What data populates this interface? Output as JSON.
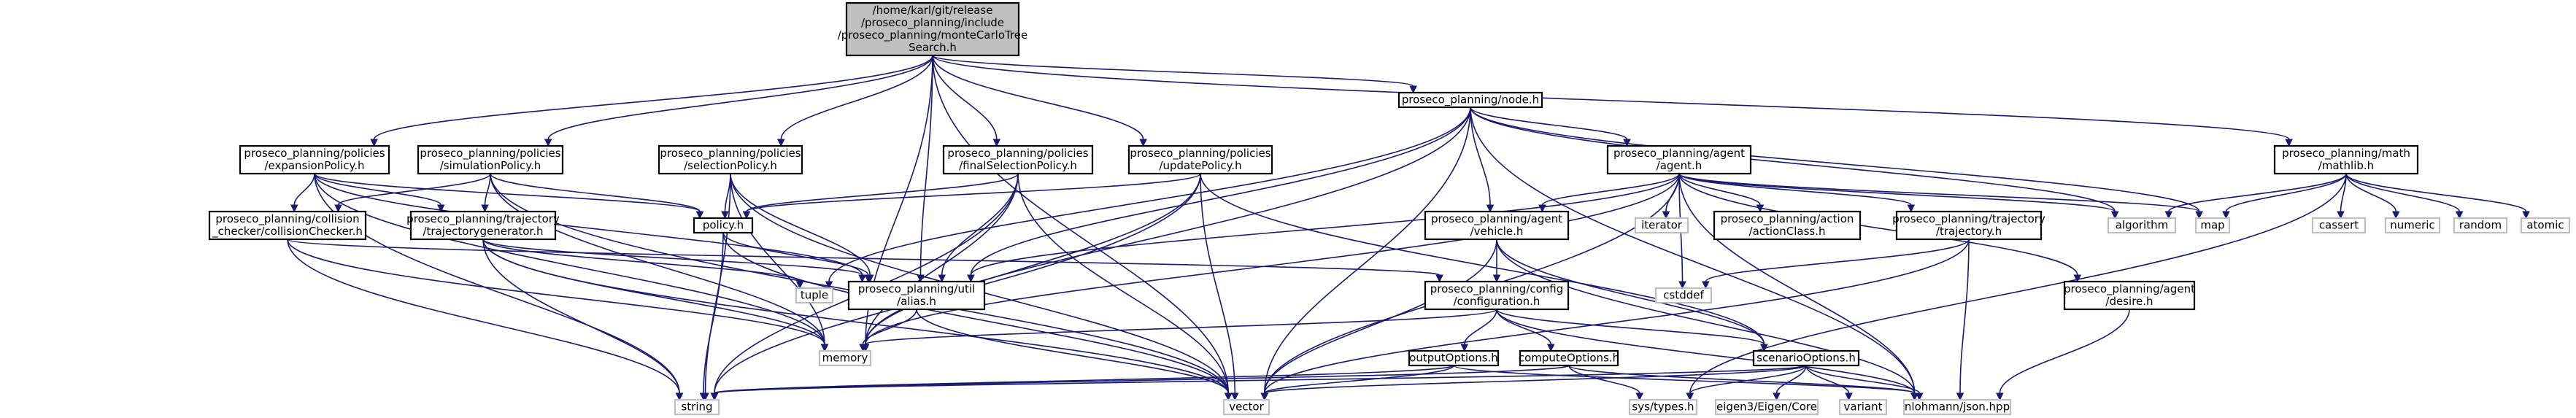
{
  "graph": {
    "colors": {
      "edge": "#191970",
      "root_fill": "#bfbfbf",
      "node_border": "#000000",
      "system_node_border": "#bfbfbf",
      "background": "#ffffff"
    },
    "nodes": [
      {
        "id": "root",
        "kind": "root",
        "lines": [
          "/home/karl/git/release",
          "/proseco_planning/include",
          "/proseco_planning/monteCarloTree",
          "Search.h"
        ]
      },
      {
        "id": "node",
        "kind": "local",
        "lines": [
          "proseco_planning/node.h"
        ]
      },
      {
        "id": "expansionPolicy",
        "kind": "local",
        "lines": [
          "proseco_planning/policies",
          "/expansionPolicy.h"
        ]
      },
      {
        "id": "simulationPolicy",
        "kind": "local",
        "lines": [
          "proseco_planning/policies",
          "/simulationPolicy.h"
        ]
      },
      {
        "id": "selectionPolicy",
        "kind": "local",
        "lines": [
          "proseco_planning/policies",
          "/selectionPolicy.h"
        ]
      },
      {
        "id": "finalSelectionPolicy",
        "kind": "local",
        "lines": [
          "proseco_planning/policies",
          "/finalSelectionPolicy.h"
        ]
      },
      {
        "id": "updatePolicy",
        "kind": "local",
        "lines": [
          "proseco_planning/policies",
          "/updatePolicy.h"
        ]
      },
      {
        "id": "agent",
        "kind": "local",
        "lines": [
          "proseco_planning/agent",
          "/agent.h"
        ]
      },
      {
        "id": "mathlib",
        "kind": "local",
        "lines": [
          "proseco_planning/math",
          "/mathlib.h"
        ]
      },
      {
        "id": "collisionChecker",
        "kind": "local",
        "lines": [
          "proseco_planning/collision",
          "_checker/collisionChecker.h"
        ]
      },
      {
        "id": "trajectorygenerator",
        "kind": "local",
        "lines": [
          "proseco_planning/trajectory",
          "/trajectorygenerator.h"
        ]
      },
      {
        "id": "policy",
        "kind": "local",
        "lines": [
          "policy.h"
        ]
      },
      {
        "id": "vehicle",
        "kind": "local",
        "lines": [
          "proseco_planning/agent",
          "/vehicle.h"
        ]
      },
      {
        "id": "iterator",
        "kind": "sys",
        "lines": [
          "iterator"
        ]
      },
      {
        "id": "actionClass",
        "kind": "local",
        "lines": [
          "proseco_planning/action",
          "/actionClass.h"
        ]
      },
      {
        "id": "trajectory",
        "kind": "local",
        "lines": [
          "proseco_planning/trajectory",
          "/trajectory.h"
        ]
      },
      {
        "id": "algorithm",
        "kind": "sys",
        "lines": [
          "algorithm"
        ]
      },
      {
        "id": "map",
        "kind": "sys",
        "lines": [
          "map"
        ]
      },
      {
        "id": "cassert",
        "kind": "sys",
        "lines": [
          "cassert"
        ]
      },
      {
        "id": "numeric",
        "kind": "sys",
        "lines": [
          "numeric"
        ]
      },
      {
        "id": "random",
        "kind": "sys",
        "lines": [
          "random"
        ]
      },
      {
        "id": "atomic",
        "kind": "sys",
        "lines": [
          "atomic"
        ]
      },
      {
        "id": "tuple",
        "kind": "sys",
        "lines": [
          "tuple"
        ]
      },
      {
        "id": "alias",
        "kind": "local",
        "lines": [
          "proseco_planning/util",
          "/alias.h"
        ]
      },
      {
        "id": "configuration",
        "kind": "local",
        "lines": [
          "proseco_planning/config",
          "/configuration.h"
        ]
      },
      {
        "id": "cstddef",
        "kind": "sys",
        "lines": [
          "cstddef"
        ]
      },
      {
        "id": "desire",
        "kind": "local",
        "lines": [
          "proseco_planning/agent",
          "/desire.h"
        ]
      },
      {
        "id": "memory",
        "kind": "sys",
        "lines": [
          "memory"
        ]
      },
      {
        "id": "outputOptions",
        "kind": "local",
        "lines": [
          "outputOptions.h"
        ]
      },
      {
        "id": "computeOptions",
        "kind": "local",
        "lines": [
          "computeOptions.h"
        ]
      },
      {
        "id": "scenarioOptions",
        "kind": "local",
        "lines": [
          "scenarioOptions.h"
        ]
      },
      {
        "id": "string",
        "kind": "sys",
        "lines": [
          "string"
        ]
      },
      {
        "id": "vector",
        "kind": "sys",
        "lines": [
          "vector"
        ]
      },
      {
        "id": "systypes",
        "kind": "sys",
        "lines": [
          "sys/types.h"
        ]
      },
      {
        "id": "eigen",
        "kind": "sys",
        "lines": [
          "eigen3/Eigen/Core"
        ]
      },
      {
        "id": "variant",
        "kind": "sys",
        "lines": [
          "variant"
        ]
      },
      {
        "id": "json",
        "kind": "sys",
        "lines": [
          "nlohmann/json.hpp"
        ]
      }
    ],
    "edges": [
      {
        "from": "root",
        "to": "node"
      },
      {
        "from": "root",
        "to": "expansionPolicy"
      },
      {
        "from": "root",
        "to": "simulationPolicy"
      },
      {
        "from": "root",
        "to": "selectionPolicy"
      },
      {
        "from": "root",
        "to": "finalSelectionPolicy"
      },
      {
        "from": "root",
        "to": "updatePolicy"
      },
      {
        "from": "root",
        "to": "alias"
      },
      {
        "from": "root",
        "to": "mathlib"
      },
      {
        "from": "root",
        "to": "vector"
      },
      {
        "from": "root",
        "to": "memory"
      },
      {
        "from": "node",
        "to": "agent"
      },
      {
        "from": "node",
        "to": "vehicle"
      },
      {
        "from": "node",
        "to": "alias"
      },
      {
        "from": "node",
        "to": "tuple"
      },
      {
        "from": "node",
        "to": "algorithm"
      },
      {
        "from": "node",
        "to": "map"
      },
      {
        "from": "node",
        "to": "memory"
      },
      {
        "from": "node",
        "to": "vector"
      },
      {
        "from": "node",
        "to": "json"
      },
      {
        "from": "expansionPolicy",
        "to": "collisionChecker"
      },
      {
        "from": "expansionPolicy",
        "to": "trajectorygenerator"
      },
      {
        "from": "expansionPolicy",
        "to": "policy"
      },
      {
        "from": "expansionPolicy",
        "to": "alias"
      },
      {
        "from": "expansionPolicy",
        "to": "memory"
      },
      {
        "from": "expansionPolicy",
        "to": "string"
      },
      {
        "from": "simulationPolicy",
        "to": "collisionChecker"
      },
      {
        "from": "simulationPolicy",
        "to": "trajectorygenerator"
      },
      {
        "from": "simulationPolicy",
        "to": "policy"
      },
      {
        "from": "simulationPolicy",
        "to": "memory"
      },
      {
        "from": "simulationPolicy",
        "to": "vector"
      },
      {
        "from": "selectionPolicy",
        "to": "policy"
      },
      {
        "from": "selectionPolicy",
        "to": "alias"
      },
      {
        "from": "selectionPolicy",
        "to": "memory"
      },
      {
        "from": "selectionPolicy",
        "to": "string"
      },
      {
        "from": "selectionPolicy",
        "to": "vector"
      },
      {
        "from": "finalSelectionPolicy",
        "to": "policy"
      },
      {
        "from": "finalSelectionPolicy",
        "to": "alias"
      },
      {
        "from": "finalSelectionPolicy",
        "to": "memory"
      },
      {
        "from": "finalSelectionPolicy",
        "to": "string"
      },
      {
        "from": "finalSelectionPolicy",
        "to": "vector"
      },
      {
        "from": "updatePolicy",
        "to": "policy"
      },
      {
        "from": "updatePolicy",
        "to": "memory"
      },
      {
        "from": "updatePolicy",
        "to": "string"
      },
      {
        "from": "updatePolicy",
        "to": "vector"
      },
      {
        "from": "updatePolicy",
        "to": "scenarioOptions"
      },
      {
        "from": "agent",
        "to": "vehicle"
      },
      {
        "from": "agent",
        "to": "iterator"
      },
      {
        "from": "agent",
        "to": "actionClass"
      },
      {
        "from": "agent",
        "to": "trajectory"
      },
      {
        "from": "agent",
        "to": "algorithm"
      },
      {
        "from": "agent",
        "to": "map"
      },
      {
        "from": "agent",
        "to": "desire"
      },
      {
        "from": "agent",
        "to": "alias"
      },
      {
        "from": "agent",
        "to": "cstddef"
      },
      {
        "from": "agent",
        "to": "memory"
      },
      {
        "from": "agent",
        "to": "vector"
      },
      {
        "from": "agent",
        "to": "json"
      },
      {
        "from": "mathlib",
        "to": "algorithm"
      },
      {
        "from": "mathlib",
        "to": "map"
      },
      {
        "from": "mathlib",
        "to": "cassert"
      },
      {
        "from": "mathlib",
        "to": "numeric"
      },
      {
        "from": "mathlib",
        "to": "random"
      },
      {
        "from": "mathlib",
        "to": "atomic"
      },
      {
        "from": "mathlib",
        "to": "systypes"
      },
      {
        "from": "collisionChecker",
        "to": "configuration"
      },
      {
        "from": "collisionChecker",
        "to": "memory"
      },
      {
        "from": "collisionChecker",
        "to": "string"
      },
      {
        "from": "trajectorygenerator",
        "to": "alias"
      },
      {
        "from": "trajectorygenerator",
        "to": "tuple"
      },
      {
        "from": "trajectorygenerator",
        "to": "memory"
      },
      {
        "from": "trajectorygenerator",
        "to": "string"
      },
      {
        "from": "trajectorygenerator",
        "to": "vector"
      },
      {
        "from": "policy",
        "to": "alias"
      },
      {
        "from": "policy",
        "to": "string"
      },
      {
        "from": "policy",
        "to": "vector"
      },
      {
        "from": "vehicle",
        "to": "configuration"
      },
      {
        "from": "vehicle",
        "to": "vector"
      },
      {
        "from": "vehicle",
        "to": "json"
      },
      {
        "from": "vehicle",
        "to": "scenarioOptions"
      },
      {
        "from": "trajectory",
        "to": "cstddef"
      },
      {
        "from": "trajectory",
        "to": "vector"
      },
      {
        "from": "trajectory",
        "to": "json"
      },
      {
        "from": "alias",
        "to": "memory"
      },
      {
        "from": "alias",
        "to": "vector"
      },
      {
        "from": "configuration",
        "to": "outputOptions"
      },
      {
        "from": "configuration",
        "to": "computeOptions"
      },
      {
        "from": "configuration",
        "to": "scenarioOptions"
      },
      {
        "from": "configuration",
        "to": "memory"
      },
      {
        "from": "configuration",
        "to": "json"
      },
      {
        "from": "desire",
        "to": "json"
      },
      {
        "from": "outputOptions",
        "to": "string"
      },
      {
        "from": "outputOptions",
        "to": "vector"
      },
      {
        "from": "outputOptions",
        "to": "json"
      },
      {
        "from": "computeOptions",
        "to": "systypes"
      },
      {
        "from": "computeOptions",
        "to": "string"
      },
      {
        "from": "computeOptions",
        "to": "json"
      },
      {
        "from": "scenarioOptions",
        "to": "systypes"
      },
      {
        "from": "scenarioOptions",
        "to": "eigen"
      },
      {
        "from": "scenarioOptions",
        "to": "variant"
      },
      {
        "from": "scenarioOptions",
        "to": "string"
      },
      {
        "from": "scenarioOptions",
        "to": "vector"
      },
      {
        "from": "scenarioOptions",
        "to": "json"
      }
    ]
  }
}
